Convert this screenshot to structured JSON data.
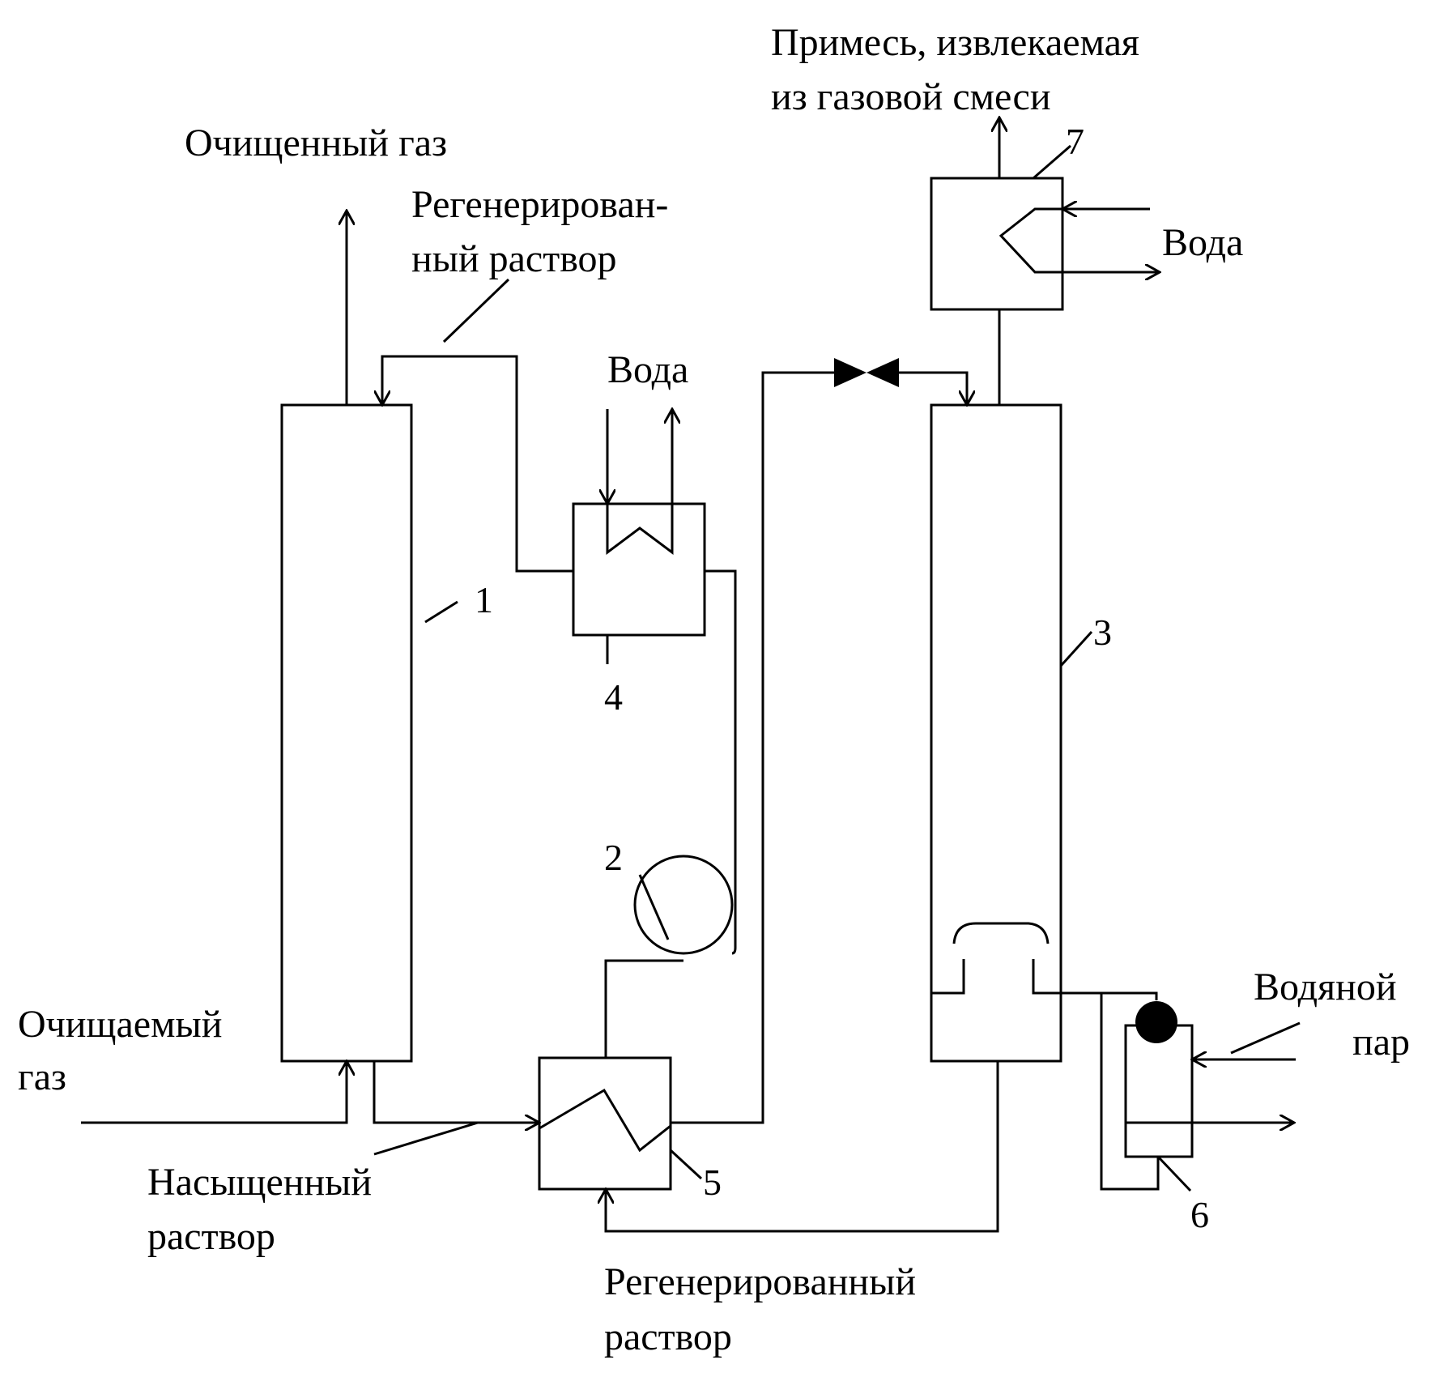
{
  "labels": {
    "purified_gas": "Очищенный газ",
    "regen_top_line1": "Регенерирован-",
    "regen_top_line2": "ный раствор",
    "water_cooler4": "Вода",
    "impurity_line1": "Примесь, извлекаемая",
    "impurity_line2": "из газовой смеси",
    "water_condenser7": "Вода",
    "feed_gas_line1": "Очищаемый",
    "feed_gas_line2": "газ",
    "rich_solution_line1": "Насыщенный",
    "rich_solution_line2": "раствор",
    "regen_bottom_line1": "Регенерированный",
    "regen_bottom_line2": "раствор",
    "steam_line1": "Водяной",
    "steam_line2": "пар"
  },
  "numbers": {
    "n1": "1",
    "n2": "2",
    "n3": "3",
    "n4": "4",
    "n5": "5",
    "n6": "6",
    "n7": "7"
  }
}
